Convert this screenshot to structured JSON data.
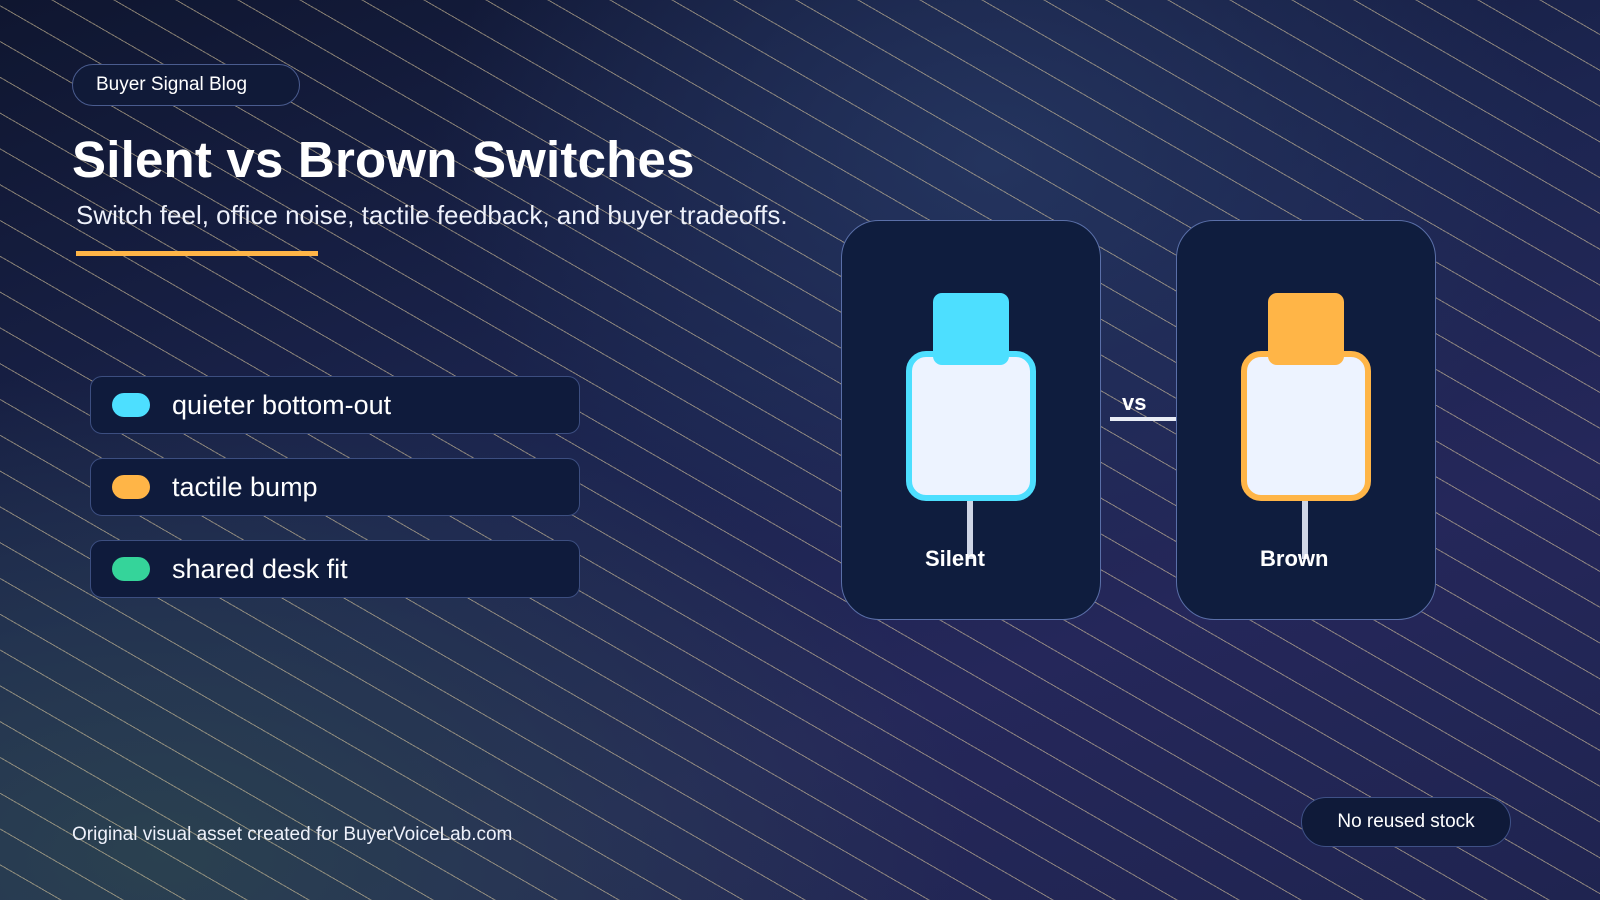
{
  "header": {
    "tag": "Buyer Signal Blog",
    "title": "Silent vs Brown Switches",
    "subtitle": "Switch feel, office noise, tactile feedback, and buyer tradeoffs."
  },
  "features": [
    {
      "label": "quieter bottom-out",
      "color": "#4ddfff"
    },
    {
      "label": "tactile bump",
      "color": "#ffb547"
    },
    {
      "label": "shared desk fit",
      "color": "#35d49a"
    }
  ],
  "comparison": {
    "left": {
      "name": "Silent",
      "cap_color": "#4ddfff",
      "border_color": "#4ddfff"
    },
    "vs": "vs",
    "right": {
      "name": "Brown",
      "cap_color": "#ffb547",
      "border_color": "#ffb547"
    }
  },
  "footer": {
    "credit": "Original visual asset created for BuyerVoiceLab.com",
    "badge": "No reused stock"
  },
  "colors": {
    "accent": "#ffb547",
    "card_bg": "#0f1d3e"
  }
}
